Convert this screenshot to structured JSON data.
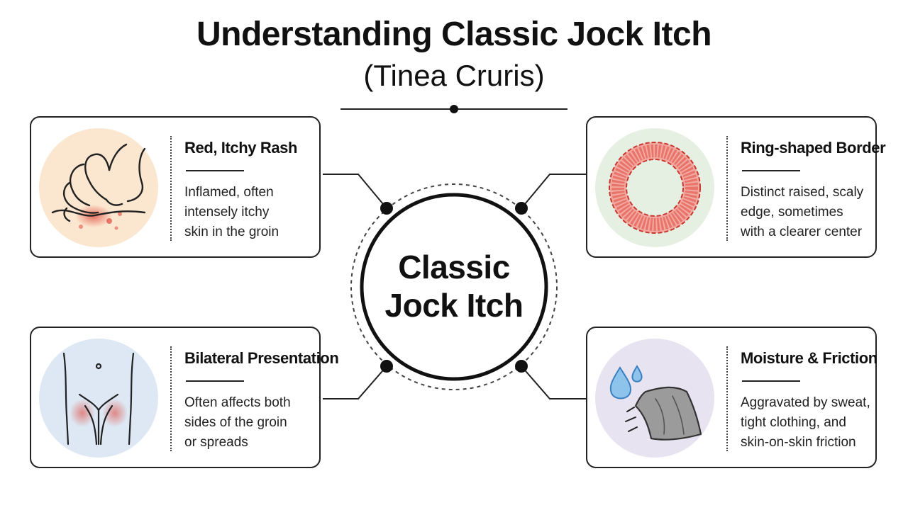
{
  "header": {
    "title": "Understanding Classic Jock Itch",
    "subtitle": "(Tinea Cruris)"
  },
  "center": {
    "line1": "Classic",
    "line2": "Jock Itch"
  },
  "cards": [
    {
      "title": "Red, Itchy Rash",
      "lines": [
        "Inflamed, often",
        "intensely itchy",
        "skin in the groin"
      ],
      "icon": "scratching-hand-icon"
    },
    {
      "title": "Ring-shaped Border",
      "lines": [
        "Distinct raised, scaly",
        "edge, sometimes",
        "with a clearer center"
      ],
      "icon": "ring-rash-icon"
    },
    {
      "title": "Bilateral Presentation",
      "lines": [
        "Often affects both",
        "sides of the groin",
        "or spreads"
      ],
      "icon": "groin-outline-icon"
    },
    {
      "title": "Moisture & Friction",
      "lines": [
        "Aggravated by sweat,",
        "tight clothing, and",
        "skin-on-skin friction"
      ],
      "icon": "sweat-drops-cloth-icon"
    }
  ],
  "colors": {
    "outline": "#222222",
    "rash_red": "#e0483c",
    "warm_circle": "#fbe6cf",
    "green_circle": "#e6f0e2",
    "blue_circle": "#dde8f4",
    "lavender_circle": "#e8e3f1",
    "water_blue": "#5aa0dc",
    "cloth_gray": "#9b9b9b"
  }
}
